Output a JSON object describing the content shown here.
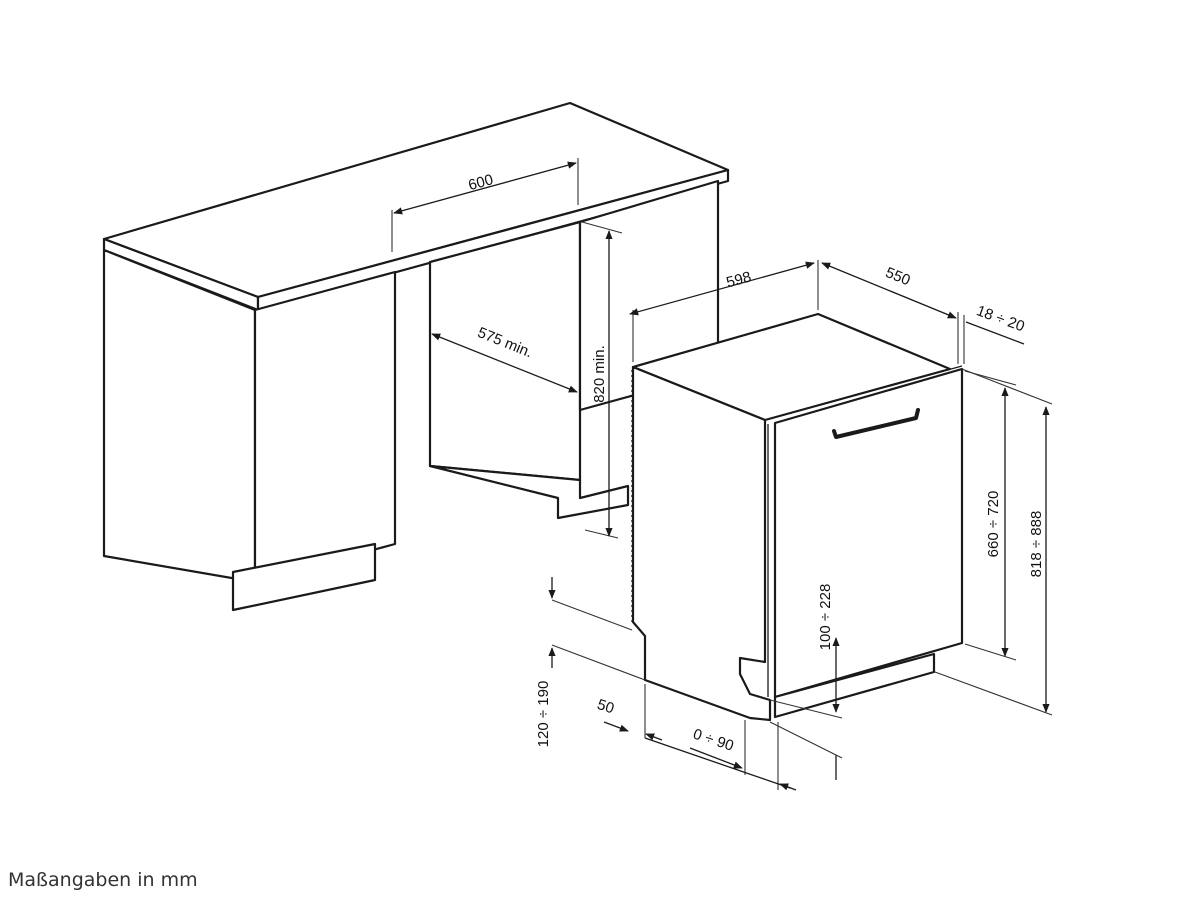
{
  "caption": "Maßangaben in mm",
  "dimensions": {
    "cabinet_width": "600",
    "opening_depth": "575 min.",
    "opening_height": "820 min.",
    "appliance_width": "598",
    "appliance_depth": "550",
    "door_thickness": "18 ÷ 20",
    "door_height": "660 ÷ 720",
    "total_height": "818 ÷ 888",
    "plinth_range": "100 ÷ 228",
    "plinth_height": "120 ÷ 190",
    "plinth_setback": "50",
    "plinth_offset": "0 ÷ 90"
  }
}
